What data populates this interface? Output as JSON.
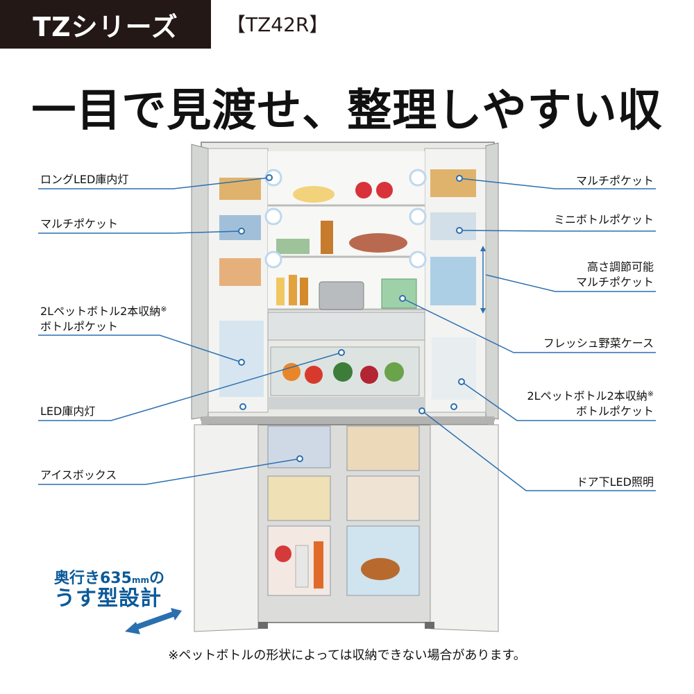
{
  "header": {
    "series": "TZシリーズ",
    "model": "【TZ42R】"
  },
  "headline": "一目で見渡せ、整理しやすい収納。",
  "callouts": {
    "long_led": "ロングLED庫内灯",
    "multi_pocket_left": "マルチポケット",
    "bottle_pocket_left_1": "2Lペットボトル2本収納",
    "bottle_pocket_left_2": "ボトルポケット",
    "led_light": "LED庫内灯",
    "ice_box": "アイスボックス",
    "multi_pocket_right": "マルチポケット",
    "mini_bottle_pocket": "ミニボトルポケット",
    "adjustable_1": "高さ調節可能",
    "adjustable_2": "マルチポケット",
    "fresh_vegetable": "フレッシュ野菜ケース",
    "bottle_pocket_right_1": "2Lペットボトル2本収納",
    "bottle_pocket_right_2": "ボトルポケット",
    "door_led": "ドア下LED照明",
    "asterisk": "※"
  },
  "slim_design": {
    "line1_prefix": "奥行き635",
    "line1_unit": "mm",
    "line1_suffix": "の",
    "line2": "うす型設計"
  },
  "footnote": "※ペットボトルの形状によっては収納できない場合があります。",
  "colors": {
    "badge_bg": "#231815",
    "accent_blue": "#0b5a9a",
    "callout_line": "#2a6fb0"
  }
}
